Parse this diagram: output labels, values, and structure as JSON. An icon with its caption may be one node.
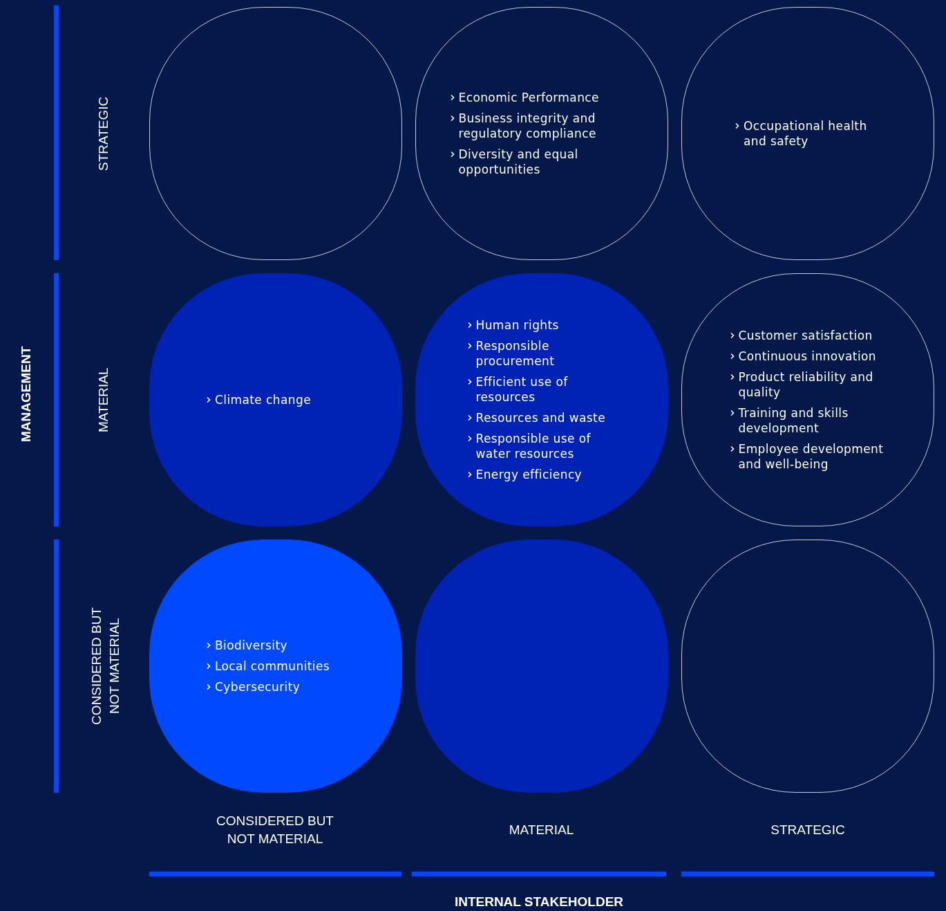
{
  "diagram": {
    "nodes": [
      {
        "text": [],
        "shape": "box"
      },
      {
        "text": [
          "Economic Performance",
          "Business integrity and regulatory compliance",
          "Diversity and equal opportunities"
        ]
      },
      {
        "text": [
          "Occupational health and safety"
        ]
      },
      {
        "text": [
          "Climate change"
        ]
      },
      {
        "text": [
          "Human rights",
          "Responsible procurement",
          "Efficient use of resources",
          "Resources and waste",
          "Responsible use of water resources",
          "Energy efficiency"
        ]
      },
      {
        "text": [
          "Customer satisfaction",
          "Continuous innovation",
          "Product reliability and quality",
          "Training and skills development",
          "Employee development and well-being"
        ]
      },
      {
        "text": [
          "Biodiversity",
          "Local communities",
          "Cybersecurity"
        ]
      },
      {
        "text": [],
        "shape": "box"
      },
      {
        "text": [],
        "shape": "box"
      }
    ],
    "edges": [],
    "labels": [
      "STRATEGIC",
      "MANAGEMENT",
      "MATERIAL",
      "CONSIDERED BUT NOT MATERIAL",
      "CONSIDERED BUT NOT MATERIAL",
      "MATERIAL",
      "STRATEGIC",
      "INTERNAL STAKEHOLDER"
    ]
  }
}
